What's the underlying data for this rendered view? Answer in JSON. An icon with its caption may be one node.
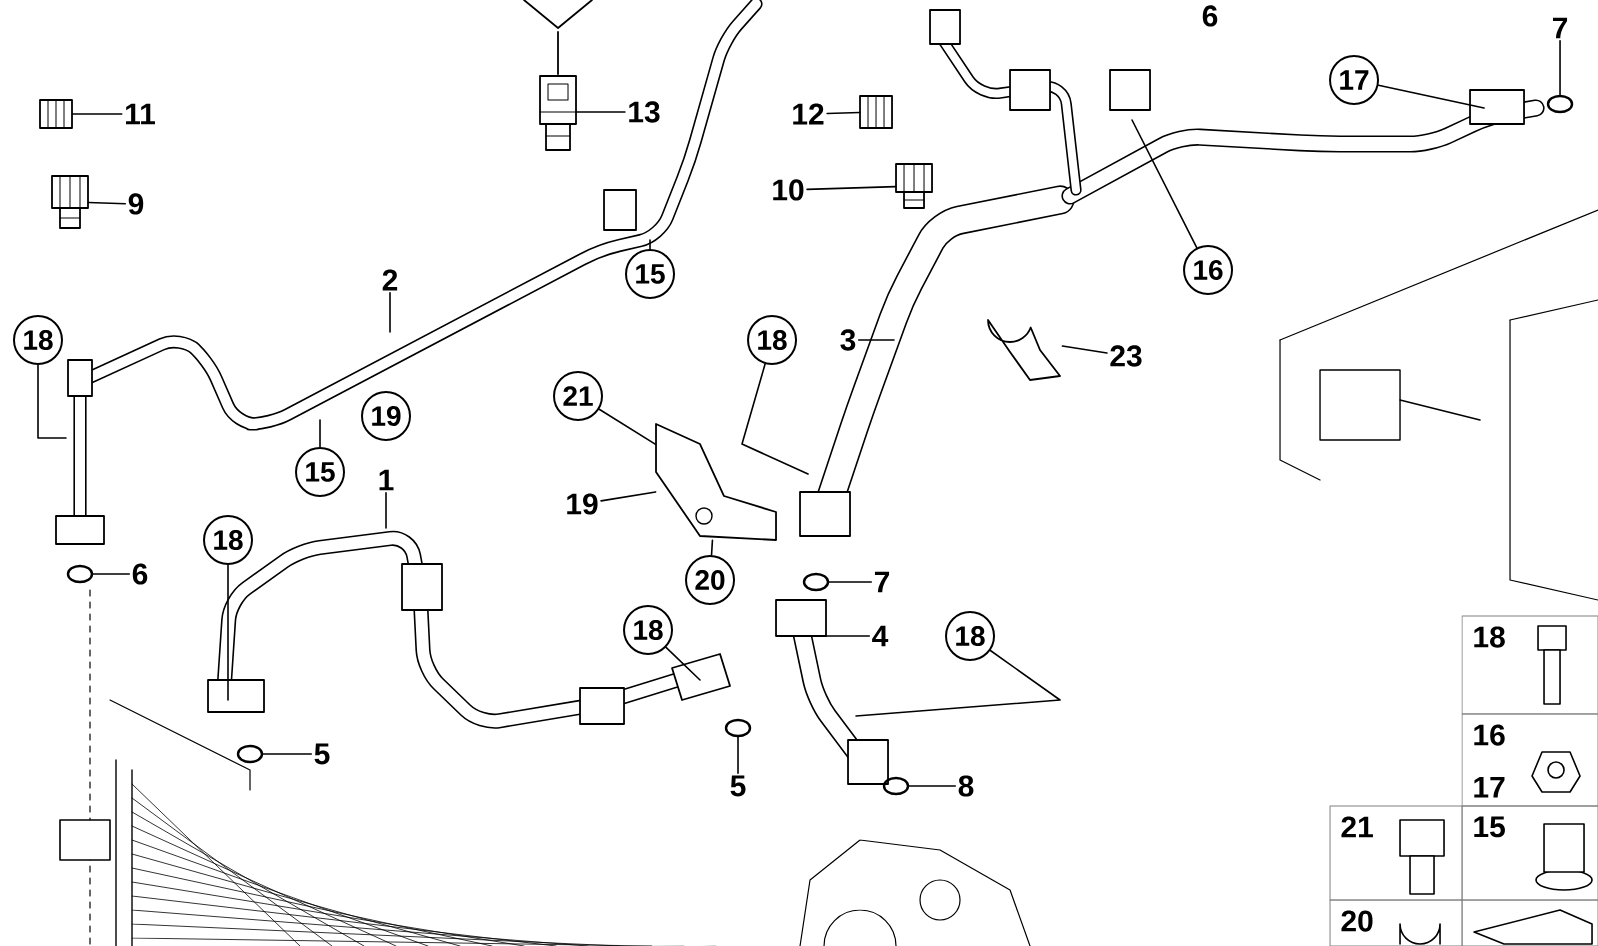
{
  "diagram": {
    "nodes": [
      {
        "text": [
          "11"
        ]
      },
      {
        "text": [
          "13"
        ]
      },
      {
        "text": [
          "12"
        ]
      },
      {
        "text": [
          "7"
        ]
      },
      {
        "text": [
          "17"
        ]
      },
      {
        "text": [
          "9"
        ]
      },
      {
        "text": [
          "10"
        ]
      },
      {
        "text": [
          "15"
        ]
      },
      {
        "text": [
          "16"
        ]
      },
      {
        "text": [
          "2"
        ]
      },
      {
        "text": [
          "3"
        ]
      },
      {
        "text": [
          "18"
        ]
      },
      {
        "text": [
          "18"
        ]
      },
      {
        "text": [
          "23"
        ]
      },
      {
        "text": [
          "21"
        ]
      },
      {
        "text": [
          "19"
        ]
      },
      {
        "text": [
          "15"
        ]
      },
      {
        "text": [
          "1"
        ]
      },
      {
        "text": [
          "19"
        ]
      },
      {
        "text": [
          "18"
        ]
      },
      {
        "text": [
          "20"
        ]
      },
      {
        "text": [
          "6"
        ]
      },
      {
        "text": [
          "7"
        ]
      },
      {
        "text": [
          "18"
        ]
      },
      {
        "text": [
          "4"
        ]
      },
      {
        "text": [
          "18"
        ]
      },
      {
        "text": [
          "5"
        ]
      },
      {
        "text": [
          "5"
        ]
      },
      {
        "text": [
          "8"
        ]
      },
      {
        "text": [],
        "shape": "picture"
      },
      {
        "text": [],
        "shape": "picture"
      },
      {
        "text": [],
        "shape": "picture"
      },
      {
        "text": [],
        "shape": "picture"
      },
      {
        "text": [],
        "shape": "picture"
      },
      {
        "text": [],
        "shape": "picture"
      },
      {
        "text": [],
        "shape": "picture"
      },
      {
        "text": [],
        "shape": "circle"
      },
      {
        "text": [],
        "shape": "circle"
      },
      {
        "text": [],
        "shape": "circle"
      },
      {
        "text": [],
        "shape": "circle"
      },
      {
        "text": [],
        "shape": "circle"
      },
      {
        "text": [],
        "shape": "circle"
      }
    ],
    "edges": [
      {
        "from": 0,
        "to": 29,
        "arrow": "none"
      },
      {
        "from": 1,
        "to": 31,
        "arrow": "none"
      },
      {
        "from": 2,
        "to": 32,
        "arrow": "none"
      },
      {
        "from": 3,
        "to": 36,
        "arrow": "none"
      },
      {
        "from": 4,
        "to": null,
        "arrow": "none"
      },
      {
        "from": 5,
        "to": 30,
        "arrow": "none"
      },
      {
        "from": 6,
        "to": 33,
        "arrow": "none"
      },
      {
        "from": 7,
        "to": null,
        "arrow": "none"
      },
      {
        "from": 8,
        "to": null,
        "arrow": "none"
      },
      {
        "from": 9,
        "to": null,
        "arrow": "none"
      },
      {
        "from": 10,
        "to": null,
        "arrow": "none"
      },
      {
        "from": 11,
        "to": null,
        "arrow": "none"
      },
      {
        "from": 12,
        "to": null,
        "arrow": "none"
      },
      {
        "from": 13,
        "to": 34,
        "arrow": "none"
      },
      {
        "from": 14,
        "to": 35,
        "arrow": "none"
      },
      {
        "from": 16,
        "to": null,
        "arrow": "none"
      },
      {
        "from": 17,
        "to": null,
        "arrow": "none"
      },
      {
        "from": 18,
        "to": 35,
        "arrow": "none"
      },
      {
        "from": 19,
        "to": null,
        "arrow": "none"
      },
      {
        "from": 20,
        "to": 35,
        "arrow": "none"
      },
      {
        "from": 21,
        "to": 37,
        "arrow": "none"
      },
      {
        "from": 22,
        "to": 40,
        "arrow": "none"
      },
      {
        "from": 23,
        "to": null,
        "arrow": "none"
      },
      {
        "from": 24,
        "to": null,
        "arrow": "none"
      },
      {
        "from": 25,
        "to": null,
        "arrow": "none"
      },
      {
        "from": 26,
        "to": 38,
        "arrow": "none"
      },
      {
        "from": 27,
        "to": 39,
        "arrow": "none"
      },
      {
        "from": 28,
        "to": 41,
        "arrow": "none"
      }
    ],
    "labels": [
      "6",
      "18",
      "16",
      "17",
      "21",
      "15",
      "20"
    ]
  }
}
